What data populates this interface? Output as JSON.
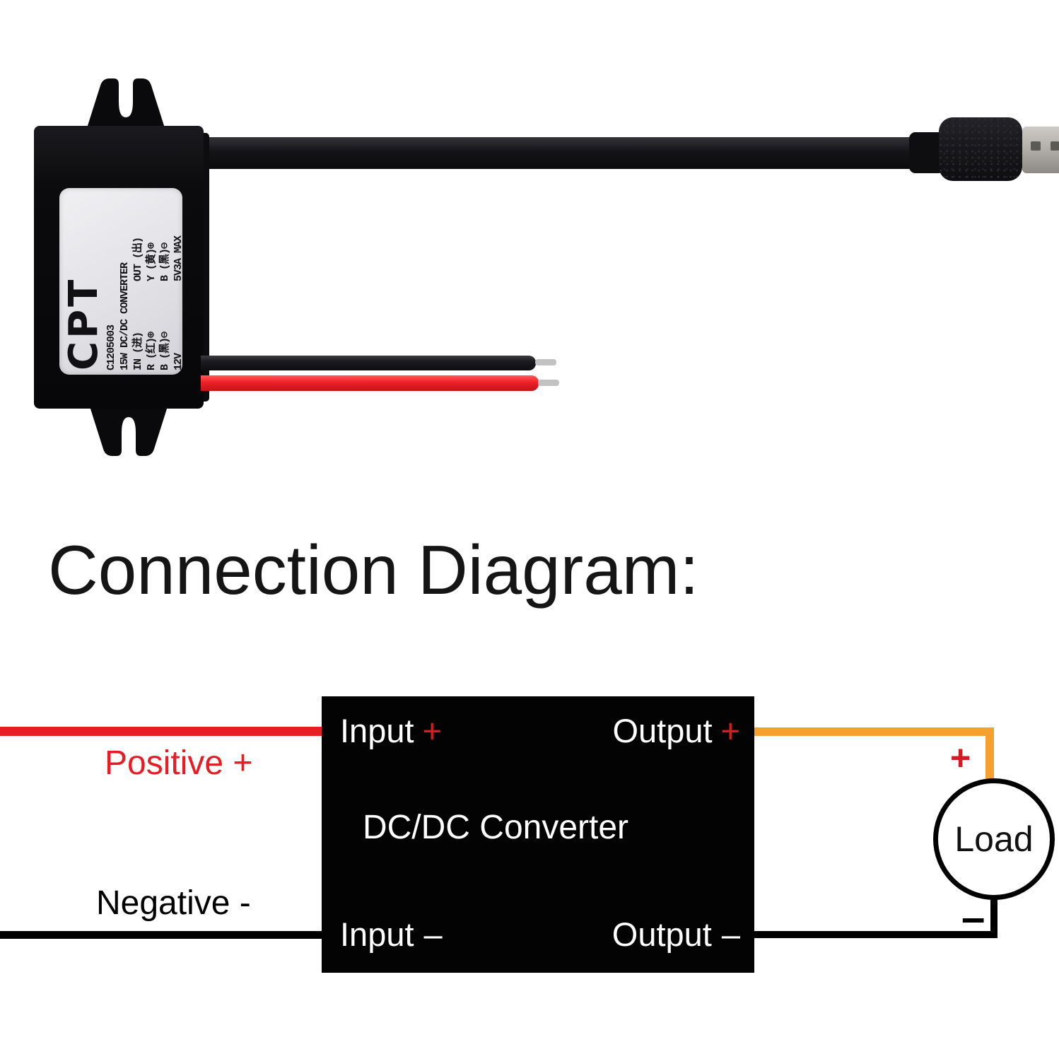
{
  "product_photo": {
    "label": {
      "brand": "CPT",
      "model": "C1205003",
      "title": "15W DC/DC CONVERTER",
      "spec_rows": [
        {
          "left": "IN (进)",
          "right": "OUT (出)"
        },
        {
          "left": "R (红)⊕",
          "right": "Y (黄)⊕"
        },
        {
          "left": "B (黑)⊖",
          "right": "B (黑)⊖"
        },
        {
          "left": "12V",
          "right": "5V3A MAX"
        }
      ]
    }
  },
  "heading": "Connection Diagram:",
  "diagram": {
    "converter_title": "DC/DC Converter",
    "input_plus_label": "Input",
    "input_plus_sign": "+",
    "output_plus_label": "Output",
    "output_plus_sign": "+",
    "input_minus_label": "Input",
    "input_minus_sign": "–",
    "output_minus_label": "Output",
    "output_minus_sign": "–",
    "positive_wire_label": "Positive +",
    "negative_wire_label": "Negative -",
    "load_label": "Load",
    "plus_marker": "+",
    "minus_marker": "–",
    "colors": {
      "wire_red": "#e81e25",
      "wire_orange": "#f6a02d",
      "wire_black": "#000000",
      "sign_red": "#d41d22"
    }
  }
}
